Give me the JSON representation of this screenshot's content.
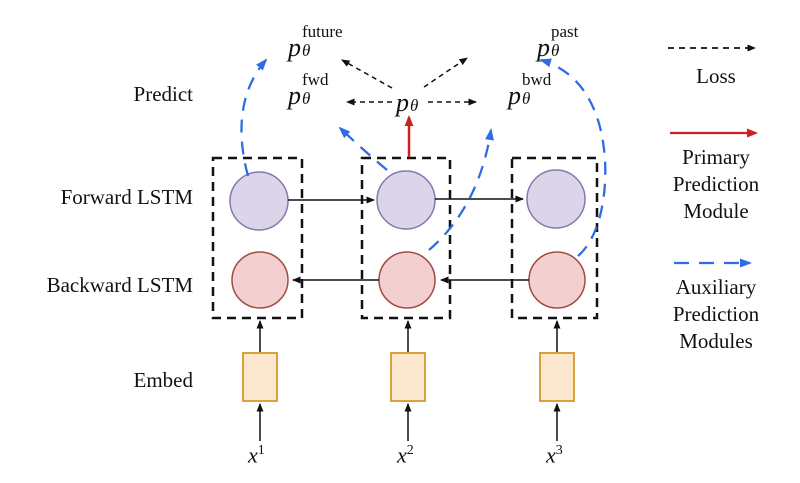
{
  "colors": {
    "blue": "#2e6de3",
    "red": "#cd2026",
    "black": "#111111",
    "purple_fill": "#dcd4e8",
    "purple_stroke": "#8478ad",
    "pink_fill": "#f3cfcf",
    "pink_stroke": "#a14b42",
    "embed_fill": "#fbe7cd",
    "embed_stroke": "#d9a23c"
  },
  "row_labels": {
    "predict": "Predict",
    "forward": "Forward LSTM",
    "backward": "Backward LSTM",
    "embed": "Embed"
  },
  "predictions": {
    "future": {
      "base": "p",
      "sub": "θ",
      "sup": "future"
    },
    "fwd": {
      "base": "p",
      "sub": "θ",
      "sup": "fwd"
    },
    "center": {
      "base": "p",
      "sub": "θ",
      "sup": ""
    },
    "bwd": {
      "base": "p",
      "sub": "θ",
      "sup": "bwd"
    },
    "past": {
      "base": "p",
      "sub": "θ",
      "sup": "past"
    }
  },
  "inputs": [
    {
      "base": "x",
      "sup": "1"
    },
    {
      "base": "x",
      "sup": "2"
    },
    {
      "base": "x",
      "sup": "3"
    }
  ],
  "legend": {
    "loss": "Loss",
    "primary": "Primary Prediction Module",
    "auxiliary": "Auxiliary Prediction Modules"
  }
}
